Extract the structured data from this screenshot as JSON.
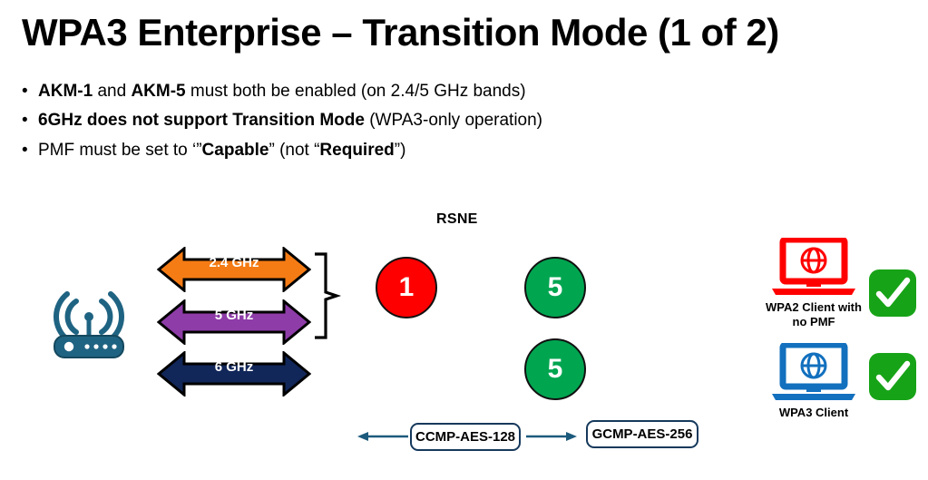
{
  "slide": {
    "title": "WPA3 Enterprise – Transition Mode (1 of 2)",
    "bullet_marker": "•",
    "bullets": [
      {
        "id": "akm",
        "parts": [
          {
            "text": "AKM-1",
            "bold": true
          },
          {
            "text": " and ",
            "bold": false
          },
          {
            "text": "AKM-5",
            "bold": true
          },
          {
            "text": " must both be enabled (on 2.4/5 GHz bands)",
            "bold": false
          }
        ]
      },
      {
        "id": "6ghz",
        "parts": [
          {
            "text": "6GHz does not support Transition Mode",
            "bold": true
          },
          {
            "text": " (WPA3-only operation)",
            "bold": false
          }
        ]
      },
      {
        "id": "pmf",
        "parts": [
          {
            "text": "PMF must be set to ‘”",
            "bold": false
          },
          {
            "text": "Capable",
            "bold": true
          },
          {
            "text": "” (not “",
            "bold": false
          },
          {
            "text": "Required",
            "bold": true
          },
          {
            "text": "”)",
            "bold": false
          }
        ]
      }
    ]
  },
  "diagram": {
    "rsne_label": "RSNE",
    "access_point": {
      "icon": "wifi-router-icon",
      "color": "#1F6382"
    },
    "bands": [
      {
        "id": "band-2-4",
        "label": "2.4 GHz",
        "color": "#F57C15",
        "text_color": "#FFFFFF"
      },
      {
        "id": "band-5",
        "label": "5 GHz",
        "color": "#8E3CA8",
        "text_color": "#FFFFFF"
      },
      {
        "id": "band-6",
        "label": "6 GHz",
        "color": "#112659",
        "text_color": "#FFFFFF"
      }
    ],
    "brace": {
      "name": "transition-mode-brace",
      "covers": [
        "2.4 GHz",
        "5 GHz"
      ]
    },
    "akm_circles": [
      {
        "id": "akm-1",
        "value": "1",
        "color": "#FF0000",
        "text_color": "#FFFFFF"
      },
      {
        "id": "akm-5-a",
        "value": "5",
        "color": "#00A550",
        "text_color": "#FFFFFF"
      },
      {
        "id": "akm-5-b",
        "value": "5",
        "color": "#00A550",
        "text_color": "#FFFFFF"
      }
    ],
    "ciphers": [
      {
        "id": "ccmp",
        "label": "CCMP-AES-128"
      },
      {
        "id": "gcmp",
        "label": "GCMP-AES-256"
      }
    ],
    "flow_arrow_color": "#1C5A7D",
    "clients": [
      {
        "id": "wpa2",
        "caption": "WPA2 Client with\nno PMF",
        "laptop_color": "#FF0000",
        "status": "allowed",
        "status_icon": "green-check-icon"
      },
      {
        "id": "wpa3",
        "caption": "WPA3 Client",
        "laptop_color": "#1270BE",
        "status": "allowed",
        "status_icon": "green-check-icon"
      }
    ],
    "status_color": "#17A317"
  }
}
